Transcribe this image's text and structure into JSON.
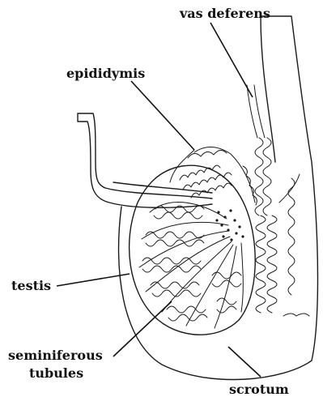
{
  "labels": {
    "vas_deferens": "vas deferens",
    "epididymis": "epididymis",
    "testis": "testis",
    "seminiferous_line1": "seminiferous",
    "seminiferous_line2": "tubules",
    "scrotum": "scrotum"
  },
  "colors": {
    "ink": "#1a1a1a",
    "background": "#ffffff"
  }
}
